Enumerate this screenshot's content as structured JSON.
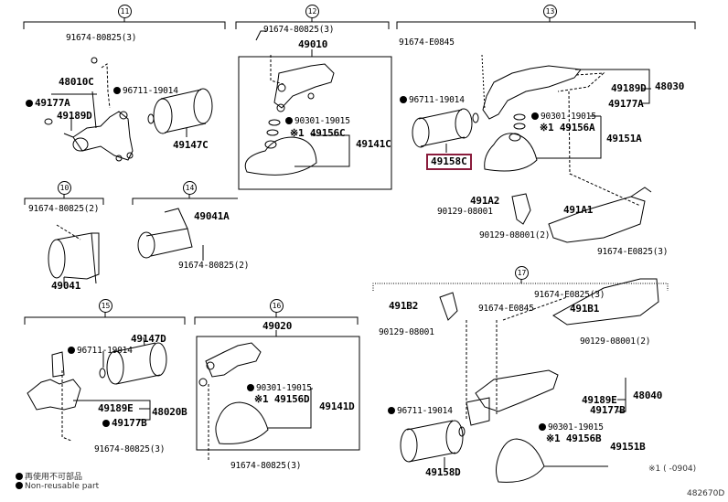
{
  "diagram": {
    "type": "exploded-parts-diagram",
    "drawing_id": "482670D",
    "highlighted_part": "49158C",
    "highlight_color": "#8a1c3c",
    "legend": {
      "marker": "●",
      "line1": "再使用不可部品",
      "line2": "Non-reusable part"
    },
    "footnote": "※1 (   -0904)",
    "groups": [
      {
        "ref": "11",
        "parts": {
          "bolt": "91674-80825(3)",
          "assy": "48010C",
          "p1": "49177A",
          "p2": "49189D",
          "oring": "96711-19014",
          "filter": "49147C"
        }
      },
      {
        "ref": "12",
        "parts": {
          "bolt": "91674-80825(3)",
          "assy": "49010",
          "oring": "90301-19015",
          "seal": "※1 49156C",
          "accum": "49141C"
        }
      },
      {
        "ref": "13",
        "parts": {
          "bolt": "91674-E0845",
          "oring": "96711-19014",
          "assy": "48030",
          "p1": "49189D",
          "p2": "49177A",
          "oring2": "90301-19015",
          "seal": "※1 49156A",
          "accum": "49151A",
          "filter": "49158C",
          "bracket2": "491A2",
          "bolt2": "90129-08001",
          "bracket1": "491A1",
          "bolt3": "90129-08001(2)",
          "bolt4": "91674-E0825(3)"
        }
      },
      {
        "ref": "10",
        "parts": {
          "bolt": "91674-80825(2)",
          "motor": "49041"
        }
      },
      {
        "ref": "14",
        "parts": {
          "motor": "49041A",
          "bolt": "91674-80825(2)"
        }
      },
      {
        "ref": "15",
        "parts": {
          "filter": "49147D",
          "oring": "96711-19014",
          "p1": "49189E",
          "assy": "48020B",
          "p2": "49177B",
          "bolt": "91674-80825(3)"
        }
      },
      {
        "ref": "16",
        "parts": {
          "assy": "49020",
          "oring": "90301-19015",
          "seal": "※1 49156D",
          "accum": "49141D",
          "bolt": "91674-80825(3)"
        }
      },
      {
        "ref": "17",
        "parts": {
          "bracket2": "491B2",
          "bolt2": "90129-08001",
          "bolt": "91674-E0845",
          "bolt4": "91674-E0825(3)",
          "bracket1": "491B1",
          "bolt3": "90129-08001(2)",
          "oring": "96711-19014",
          "p1": "49189E",
          "assy": "48040",
          "p2": "49177B",
          "oring2": "90301-19015",
          "seal": "※1 49156B",
          "accum": "49151B",
          "filter": "49158D"
        }
      }
    ]
  }
}
